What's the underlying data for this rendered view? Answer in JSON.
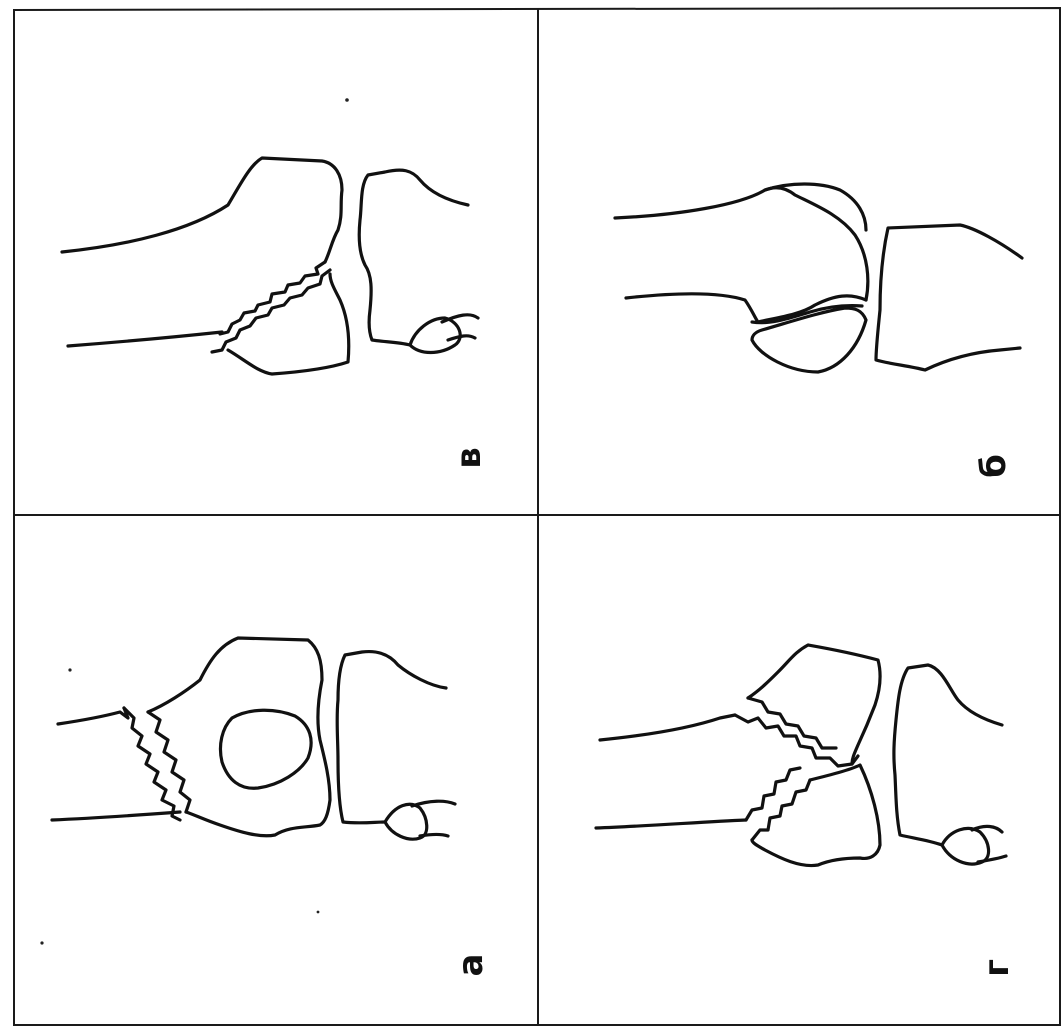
{
  "panels": [
    {
      "id": "v",
      "label": "в"
    },
    {
      "id": "b",
      "label": "б"
    },
    {
      "id": "a",
      "label": "а"
    },
    {
      "id": "g",
      "label": "г"
    }
  ]
}
